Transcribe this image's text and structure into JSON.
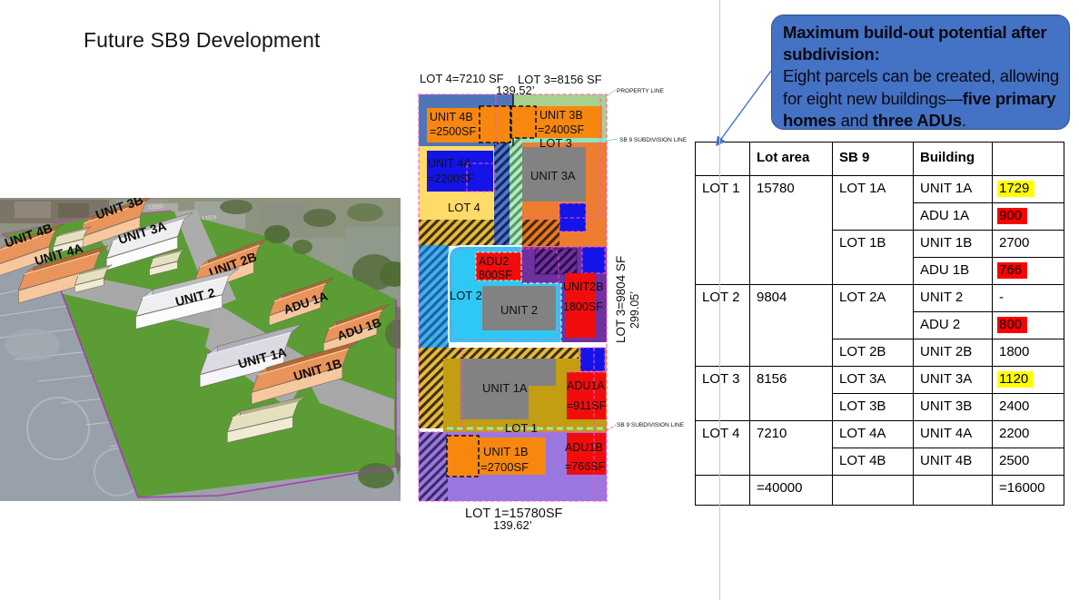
{
  "slide": {
    "title": "Future SB9 Development"
  },
  "colors": {
    "yellow": "#FFFF00",
    "red": "#FF0000",
    "callout_fill": "#4472C4",
    "divider": "#C9C9C9"
  },
  "view3d": {
    "labels": {
      "u4b": "UNIT 4B",
      "u4a": "UNIT 4A",
      "u3b": "UNIT 3B",
      "u3a": "UNIT 3A",
      "u2b": "UNIT 2B",
      "u2": "UNIT 2",
      "adu1a": "ADU 1A",
      "adu1b": "ADU 1B",
      "u1a": "UNIT 1A",
      "u1b": "UNIT 1B"
    },
    "house_numbers": {
      "h1": "13920",
      "h2": "13924"
    }
  },
  "siteplan": {
    "top": {
      "lot4": "LOT 4=7210 SF",
      "lot3": "LOT 3=8156 SF",
      "dim": "139.52’"
    },
    "right": {
      "lot": "LOT 3=9804 SF",
      "dim": "299.05’"
    },
    "bottom": {
      "lot": "LOT 1=15780SF",
      "dim": "139.62’"
    },
    "ann": {
      "property_line": "PROPERTY LINE",
      "sb9_line_top": "SB 9 SUBDIVISION LINE",
      "sb9_line_bottom": "SB 9 SUBDIVISION LINE"
    },
    "zones": {
      "lot4": "LOT 4",
      "lot3": "LOT 3",
      "lot2": "LOT 2",
      "lot1": "LOT 1"
    },
    "units": {
      "u4b1": "UNIT 4B",
      "u4b2": "=2500SF",
      "u3b1": "UNIT 3B",
      "u3b2": "=2400SF",
      "u4a1": "UNIT 4A",
      "u4a2": "=2200SF",
      "u3a": "UNIT 3A",
      "adu2a": "ADU2",
      "adu2b": "800SF",
      "u2": "UNIT 2",
      "u2b1": "UNIT2B",
      "u2b2": "1800SF",
      "u1a": "UNIT 1A",
      "adu1a1": "ADU1A",
      "adu1a2": "=911SF",
      "u1b1": "UNIT 1B",
      "u1b2": "=2700SF",
      "adu1b1": "ADU1B",
      "adu1b2": "=766SF"
    }
  },
  "callout": {
    "l1": "Maximum build-out potential after",
    "l2": "subdivision:",
    "l3": "Eight parcels can be created, allowing",
    "l4a": "for eight new buildings—",
    "l4b": "five primary",
    "l5a": "homes",
    "l5b": " and ",
    "l5c": "three ADUs",
    "l5d": "."
  },
  "table": {
    "headers": [
      "",
      "Lot area",
      "SB 9",
      "Building",
      ""
    ],
    "rows": [
      {
        "lot": "LOT 1",
        "area": "15780",
        "sb": "LOT 1A",
        "bld": "UNIT 1A",
        "val": "1729"
      },
      {
        "bld": "ADU 1A",
        "val": "900"
      },
      {
        "sb": "LOT 1B",
        "bld": "UNIT 1B",
        "val": "2700"
      },
      {
        "bld": "ADU 1B",
        "val": "766"
      },
      {
        "lot": "LOT 2",
        "area": "9804",
        "sb": "LOT 2A",
        "bld": "UNIT 2",
        "val": "-"
      },
      {
        "bld": "ADU 2",
        "val": "800"
      },
      {
        "sb": "LOT 2B",
        "bld": "UNIT 2B",
        "val": "1800"
      },
      {
        "lot": "LOT 3",
        "area": "8156",
        "sb": "LOT 3A",
        "bld": "UNIT 3A",
        "val": "1120"
      },
      {
        "sb": "LOT 3B",
        "bld": "UNIT 3B",
        "val": "2400"
      },
      {
        "lot": "LOT 4",
        "area": "7210",
        "sb": "LOT 4A",
        "bld": "UNIT 4A",
        "val": "2200"
      },
      {
        "sb": "LOT 4B",
        "bld": "UNIT 4B",
        "val": "2500"
      },
      {
        "area": "=40000",
        "val": "=16000"
      }
    ]
  }
}
